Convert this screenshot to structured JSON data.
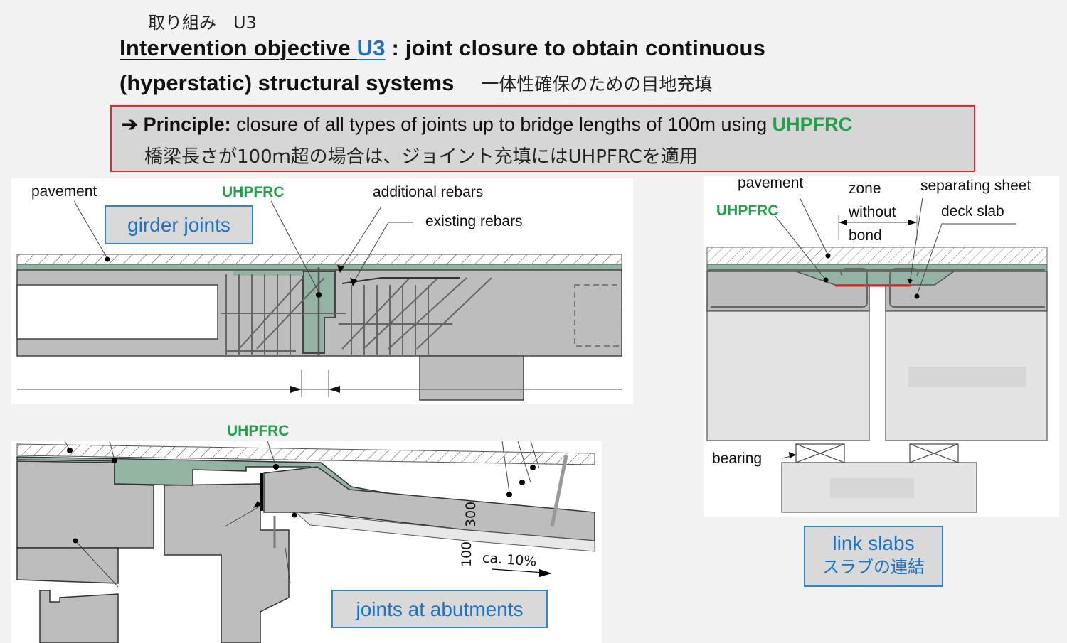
{
  "header": {
    "jp_subtitle": "取り組み　U3",
    "title_prefix": "Intervention objective ",
    "title_code": "U3",
    "title_rest": " : joint closure to obtain continuous",
    "title_line2": "(hyperstatic) structural systems",
    "title_line2_jp": "一体性確保のための目地充填"
  },
  "principle": {
    "arrow": "➔",
    "label": "Principle:",
    "text": " closure of all types of joints up to bridge lengths of 100m using ",
    "highlight": "UHPFRC",
    "jp_text": "橋梁長さが100ｍ超の場合は、ジョイント充填にはUHPFRCを適用"
  },
  "colors": {
    "accent_blue": "#1e72c2",
    "uhpfrc_green": "#22a04a",
    "frame_red": "#e8262a",
    "uhpfrc_fill": "#93b3a3",
    "concrete_fill": "#bdbdbd",
    "separating_sheet": "#e02020"
  },
  "girder_joints": {
    "tag": "girder joints",
    "labels": {
      "pavement": "pavement",
      "uhpfrc": "UHPFRC",
      "additional_rebars": "additional rebars",
      "existing_rebars": "existing rebars"
    }
  },
  "abutments": {
    "tag": "joints at abutments",
    "labels": {
      "uhpfrc": "UHPFRC",
      "dim_300": "300",
      "dim_100": "100",
      "slope": "ca. 10%"
    }
  },
  "link_slabs": {
    "tag": "link slabs",
    "tag_jp": "スラブの連結",
    "labels": {
      "pavement": "pavement",
      "uhpfrc": "UHPFRC",
      "zone1": "zone",
      "zone2": "without",
      "zone3": "bond",
      "separating_sheet": "separating sheet",
      "deck_slab": "deck slab",
      "bearing": "bearing"
    }
  }
}
